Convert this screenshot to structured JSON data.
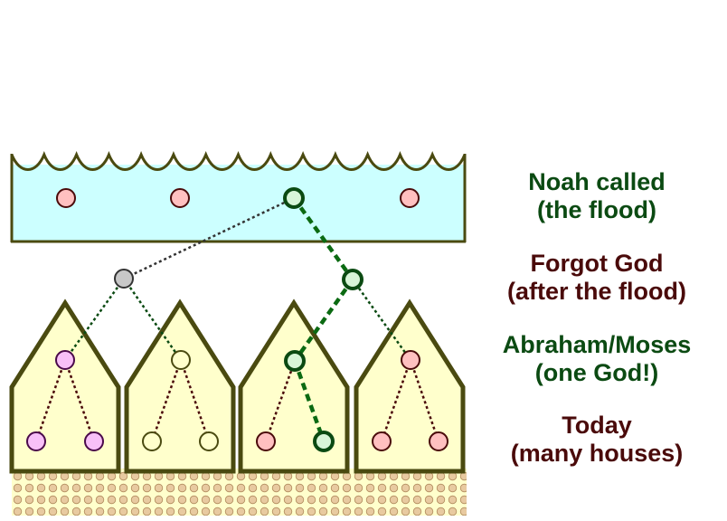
{
  "colors": {
    "water": "#ccffff",
    "house": "#ffffcc",
    "ground_dots": "#e8caa0",
    "outline": "#4a4a10",
    "label_green": "#0b4a12",
    "label_maroon": "#4a0a0a",
    "node_pink": "#ffc0c0",
    "node_gray": "#c8c8c8",
    "node_green_fill": "#d8f5d8",
    "node_magenta": "#f8c0f8",
    "node_olive": "#ffffcc"
  },
  "labels": [
    {
      "line1": "Noah called",
      "line2": "(the flood)",
      "color": "green"
    },
    {
      "line1": "Forgot God",
      "line2": "(after the flood)",
      "color": "maroon"
    },
    {
      "line1": "Abraham/Moses",
      "line2": "(one God!)",
      "color": "green"
    },
    {
      "line1": "Today",
      "line2": "(many houses)",
      "color": "maroon"
    }
  ],
  "icons": {
    "flood_water": "wavy-water-icon",
    "houses": "house-icon",
    "ground": "dotted-ground-icon"
  }
}
